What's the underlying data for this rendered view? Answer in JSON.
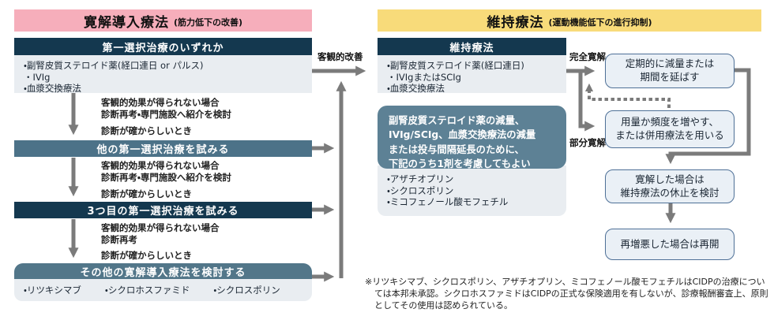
{
  "palette": {
    "induction_header_bg": "#F6AEBB",
    "maintenance_header_bg": "#F8DB7A",
    "navy_bar": "#14384F",
    "teal_bar": "#4C7288",
    "teal_box": "#5D8195",
    "panel_bg": "#E9EDF1",
    "flow_box_fill": "#EAF0F6",
    "flow_box_border": "#4E7097",
    "arrow_gray": "#7b7b7b"
  },
  "induction": {
    "header": {
      "title": "寛解導入療法",
      "subtitle": "(筋力低下の改善)"
    },
    "first_choice": {
      "title": "第一選択治療のいずれか",
      "items": [
        "・副腎皮質ステロイド薬(経口連日 or パルス)",
        "・IVIg",
        "・血漿交換療法"
      ]
    },
    "steps": [
      {
        "no_effect": "客観的効果が得られない場合",
        "action": "診断再考・専門施設へ紹介を検討",
        "proceed": "診断が確からしいとき"
      },
      {
        "no_effect": "客観的効果が得られない場合",
        "action": "診断再考・専門施設へ紹介を検討",
        "proceed": "診断が確からしいとき"
      },
      {
        "no_effect": "客観的効果が得られない場合",
        "action": "診断再考",
        "proceed": "診断が確からしいとき"
      }
    ],
    "second_bar": "他の第一選択治療を試みる",
    "third_bar": "3つ目の第一選択治療を試みる",
    "other_bar": "その他の寛解導入療法を検討する",
    "other_items": [
      "・リツキシマブ",
      "・シクロホスファミド",
      "・シクロスポリン"
    ]
  },
  "middle": {
    "objective_improvement": "客観的改善"
  },
  "maintenance": {
    "header": {
      "title": "維持療法",
      "subtitle": "(運動機能低下の進行抑制)"
    },
    "box": {
      "title": "維持療法",
      "items": [
        "・副腎皮質ステロイド薬(経口連日)",
        "・IVIgまたはSCIg",
        "・血漿交換療法"
      ]
    },
    "taper_box": "副腎皮質ステロイド薬の減量、\nIVIg/SCIg、血漿交換療法の減量\nまたは投与間隔延長のために、\n下記のうち1剤を考慮してもよい",
    "taper_items": [
      "・アザチオプリン",
      "・シクロスポリン",
      "・ミコフェノール酸モフェチル"
    ],
    "labels": {
      "complete": "完全寛解",
      "partial": "部分寛解"
    },
    "flow": {
      "box1": "定期的に減量または\n期間を延ばす",
      "box2": "用量か頻度を増やす、\nまたは併用療法を用いる",
      "box3": "寛解した場合は\n維持療法の休止を検討",
      "box4": "再増悪した場合は再開"
    }
  },
  "footnote": "※リツキシマブ、シクロスポリン、アザチオプリン、ミコフェノール酸モフェチルはCIDPの治療については本邦未承認。シクロホスファミドはCIDPの正式な保険適用を有しないが、診療報酬審査上、原則としてその使用は認められている。"
}
